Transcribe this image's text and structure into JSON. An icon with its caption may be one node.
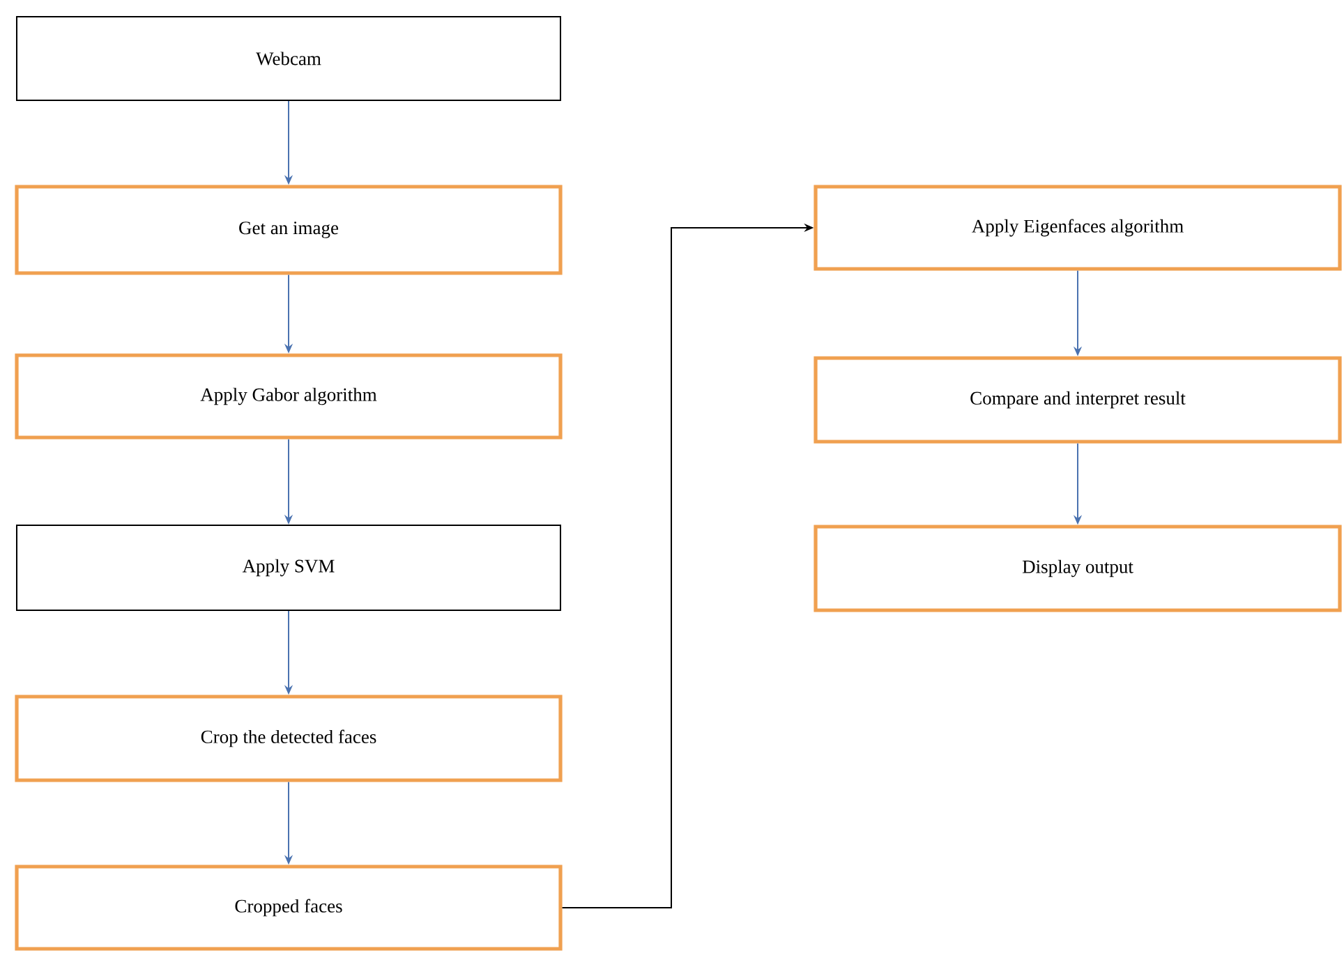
{
  "diagram": {
    "nodes": [
      {
        "text": [
          "Webcam"
        ]
      },
      {
        "text": [
          "Get an image"
        ]
      },
      {
        "text": [
          "Apply Gabor algorithm"
        ]
      },
      {
        "text": [
          "Apply SVM"
        ]
      },
      {
        "text": [
          "Crop the detected faces"
        ]
      },
      {
        "text": [
          "Cropped faces"
        ]
      },
      {
        "text": [
          "Apply Eigenfaces algorithm"
        ]
      },
      {
        "text": [
          "Compare and interpret result"
        ]
      },
      {
        "text": [
          "Display output"
        ]
      }
    ],
    "edges": [
      {
        "from": 0,
        "to": 1,
        "arrow": "to"
      },
      {
        "from": 1,
        "to": 2,
        "arrow": "to"
      },
      {
        "from": 2,
        "to": 3,
        "arrow": "to"
      },
      {
        "from": 3,
        "to": 4,
        "arrow": "to"
      },
      {
        "from": 4,
        "to": 5,
        "arrow": "to"
      },
      {
        "from": 5,
        "to": 6,
        "arrow": "to",
        "color": "#000000"
      },
      {
        "from": 6,
        "to": 7,
        "arrow": "to"
      },
      {
        "from": 7,
        "to": 8,
        "arrow": "to"
      }
    ]
  }
}
